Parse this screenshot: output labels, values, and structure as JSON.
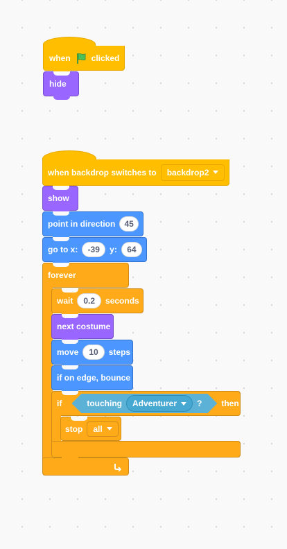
{
  "script1": {
    "when_label": "when",
    "clicked_label": "clicked",
    "hide_label": "hide"
  },
  "script2": {
    "when_backdrop_label": "when backdrop switches to",
    "backdrop_value": "backdrop2",
    "show_label": "show",
    "point_label": "point in direction",
    "direction_value": "45",
    "goto_label": "go to x:",
    "x_value": "-39",
    "y_label": "y:",
    "y_value": "64",
    "forever_label": "forever",
    "wait_label": "wait",
    "wait_value": "0.2",
    "seconds_label": "seconds",
    "next_costume_label": "next costume",
    "move_label": "move",
    "move_value": "10",
    "steps_label": "steps",
    "bounce_label": "if on edge, bounce",
    "if_label": "if",
    "touching_label": "touching",
    "touching_value": "Adventurer",
    "question_label": "?",
    "then_label": "then",
    "stop_label": "stop",
    "stop_value": "all"
  },
  "colors": {
    "events": "#ffbf00",
    "looks": "#9966ff",
    "motion": "#4c97ff",
    "control": "#ffab19",
    "sensing": "#5cb1d6",
    "flag": "#4cbf56"
  },
  "icons": [
    "green-flag-icon",
    "dropdown-caret-icon",
    "loop-arrow-icon"
  ]
}
